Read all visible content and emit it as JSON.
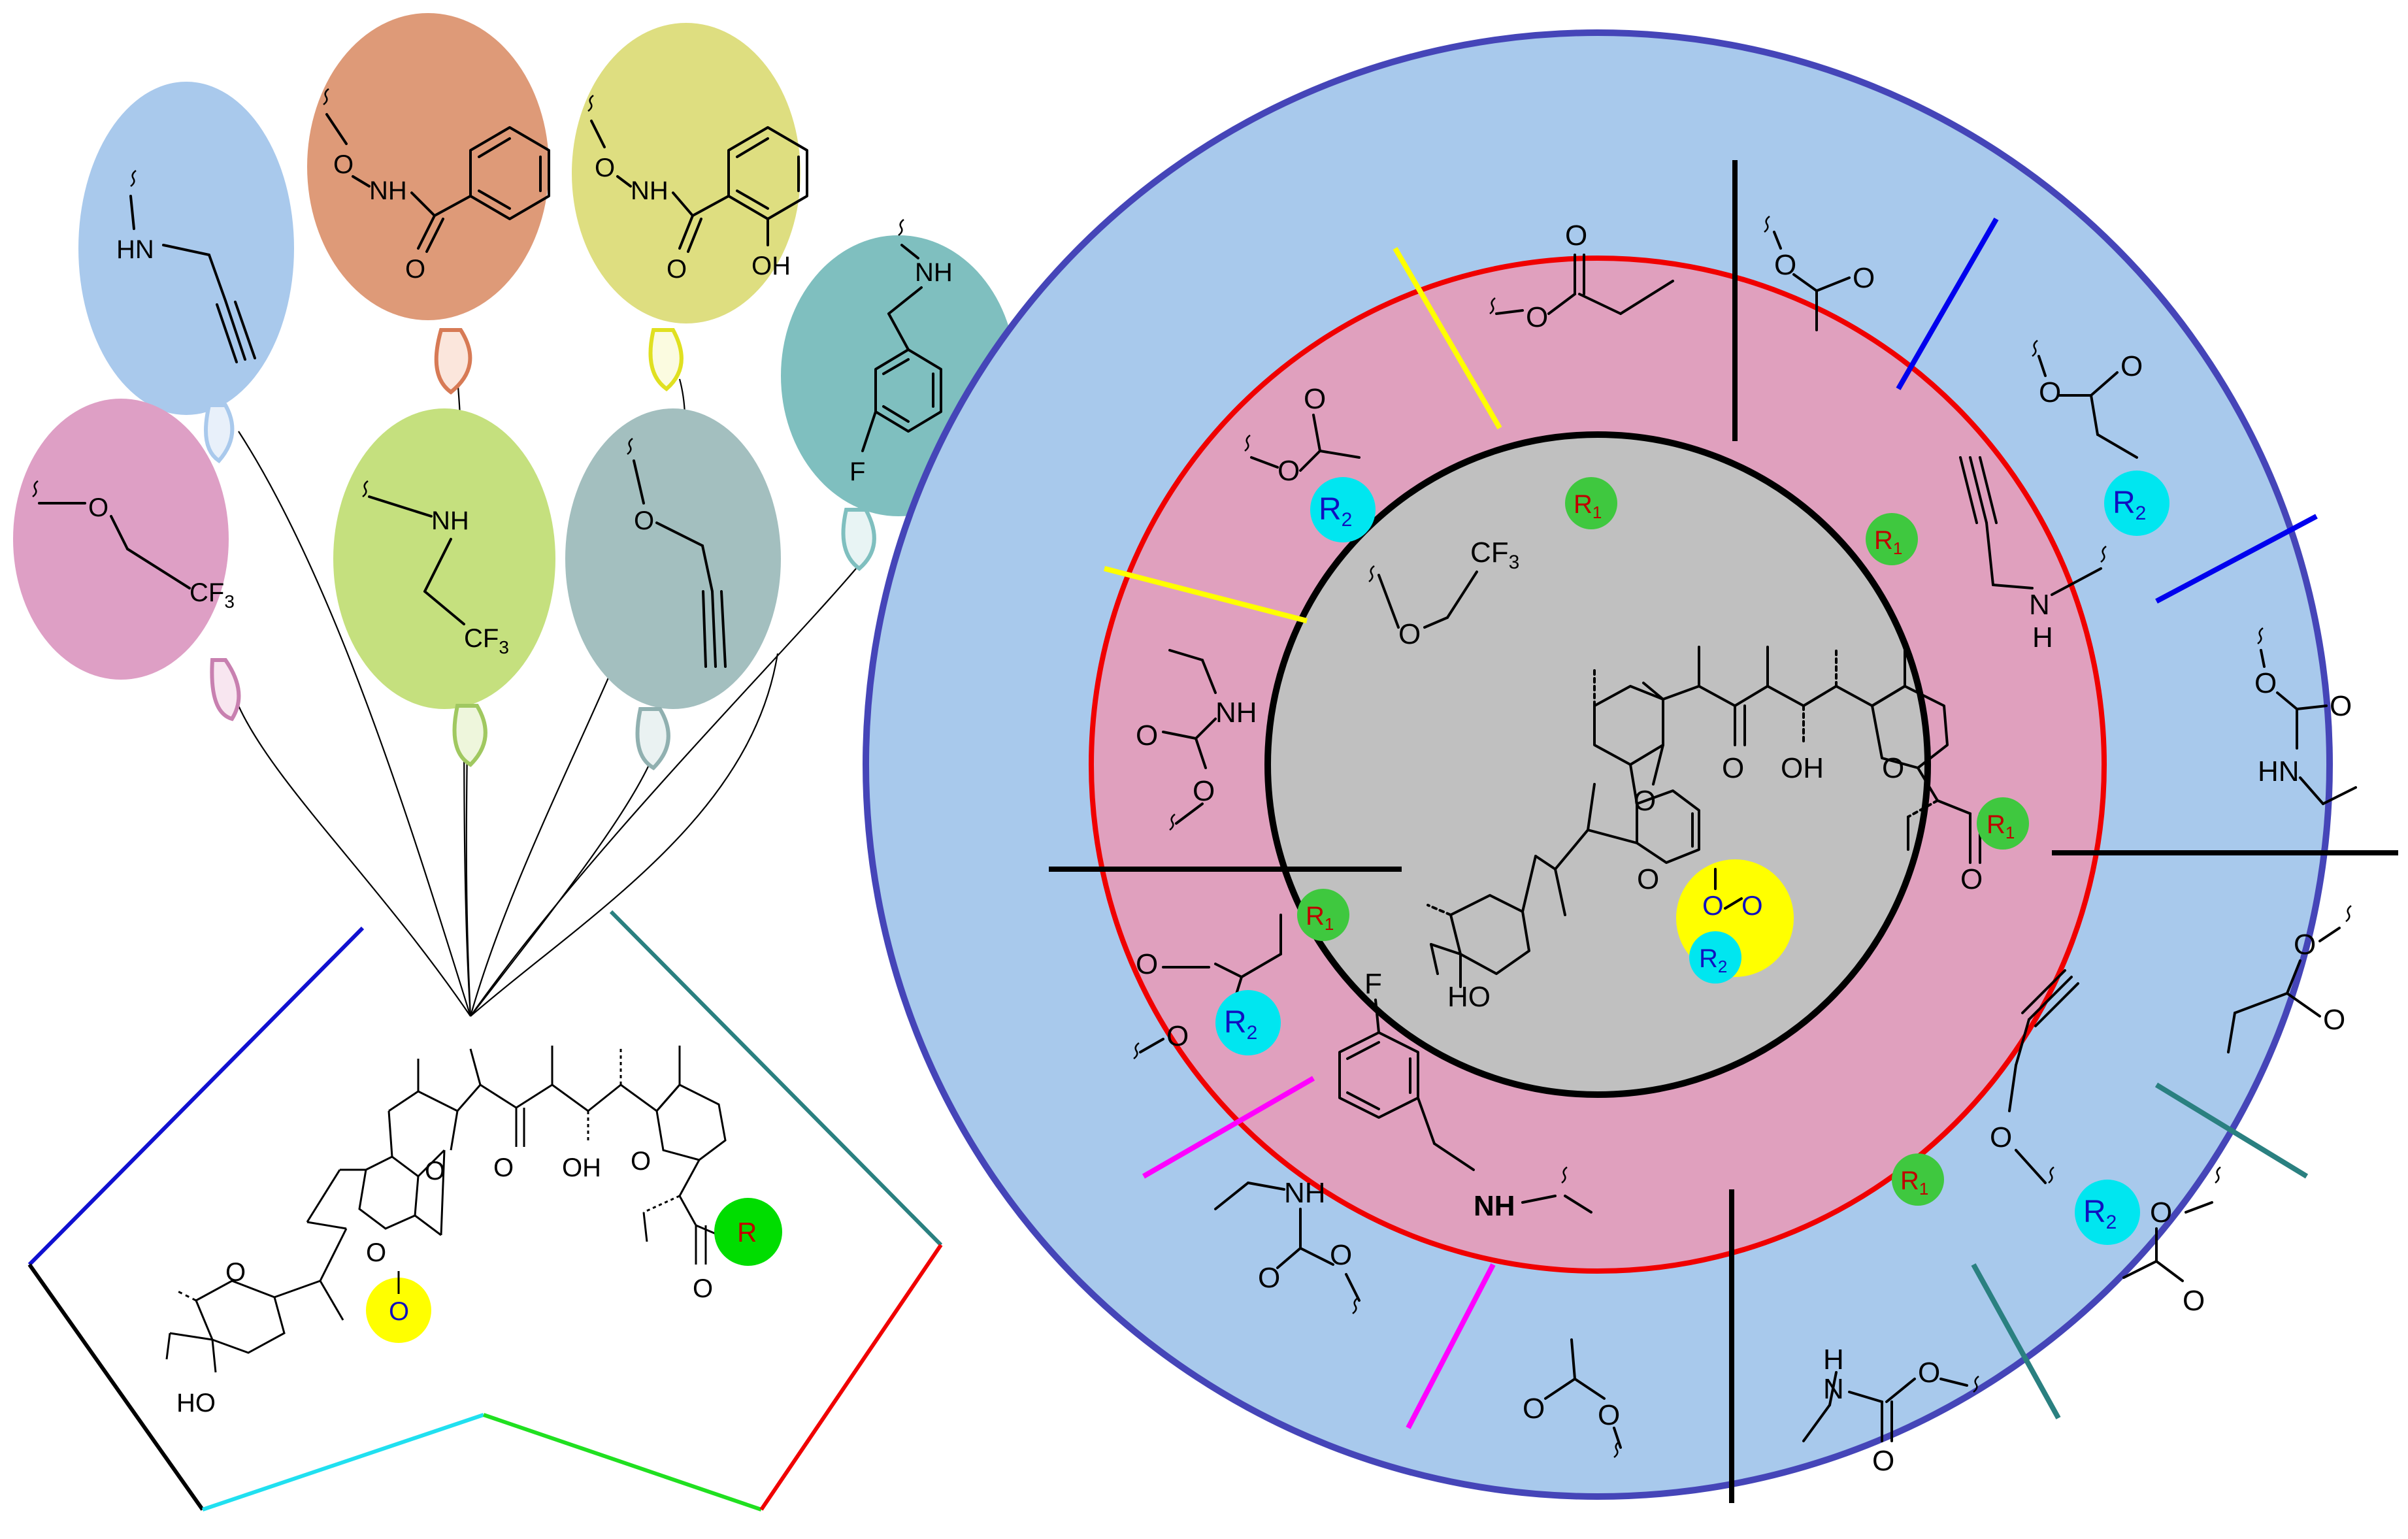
{
  "colors": {
    "balloon_blue": "#a9c9ec",
    "balloon_orange": "#de9a78",
    "balloon_yellow": "#dede80",
    "balloon_teal": "#7fbfbf",
    "balloon_pink": "#de9fc5",
    "balloon_green": "#c5e07e",
    "balloon_slate": "#a3bfbf",
    "outer_ring": "#a8c9ec",
    "outer_ring_border": "#4545b8",
    "middle_ring": "#e0a0be",
    "middle_ring_border": "#f00000",
    "core": "#c0c0c0",
    "r1_badge": "#3fc83f",
    "r2_badge": "#00e6f0",
    "highlight_yellow": "#ffff00",
    "highlight_green": "#00dd00"
  },
  "basket": {
    "r_label": "R",
    "o_label": "O",
    "ho_label": "HO",
    "oh_label": "OH",
    "o_label_2": "O"
  },
  "balloons": {
    "propargylamine": {
      "hn": "HN"
    },
    "benzamide_oxy": {
      "o": "O",
      "nh": "NH",
      "carbonyl_o": "O"
    },
    "salicylamide_oxy": {
      "o": "O",
      "nh": "NH",
      "carbonyl_o": "O",
      "oh": "OH"
    },
    "fluorophenethylamine": {
      "nh": "NH",
      "f": "F"
    },
    "trifluoroethoxy": {
      "o": "O",
      "cf3": "CF3"
    },
    "trifluoroethylamine": {
      "nh": "NH",
      "cf3": "CF3"
    },
    "propargyloxy": {
      "o": "O"
    }
  },
  "wheel": {
    "core": {
      "o_ring": "O",
      "oh": "OH",
      "ho": "HO",
      "o_ketone": "O",
      "o_carbonyl": "O",
      "r1": "R1",
      "r2": "R2",
      "carbonate_o1": "O",
      "carbonate_o2": "O",
      "o_spiro": "O",
      "o_lower": "O"
    },
    "middle": {
      "r1_label": "R1",
      "cf3": "CF3",
      "o": "O",
      "nh": "NH",
      "h": "H",
      "f": "F",
      "nh2": "NH"
    },
    "outer": {
      "r2_label": "R2",
      "o": "O",
      "nh": "NH",
      "hn": "HN",
      "h": "H"
    }
  }
}
